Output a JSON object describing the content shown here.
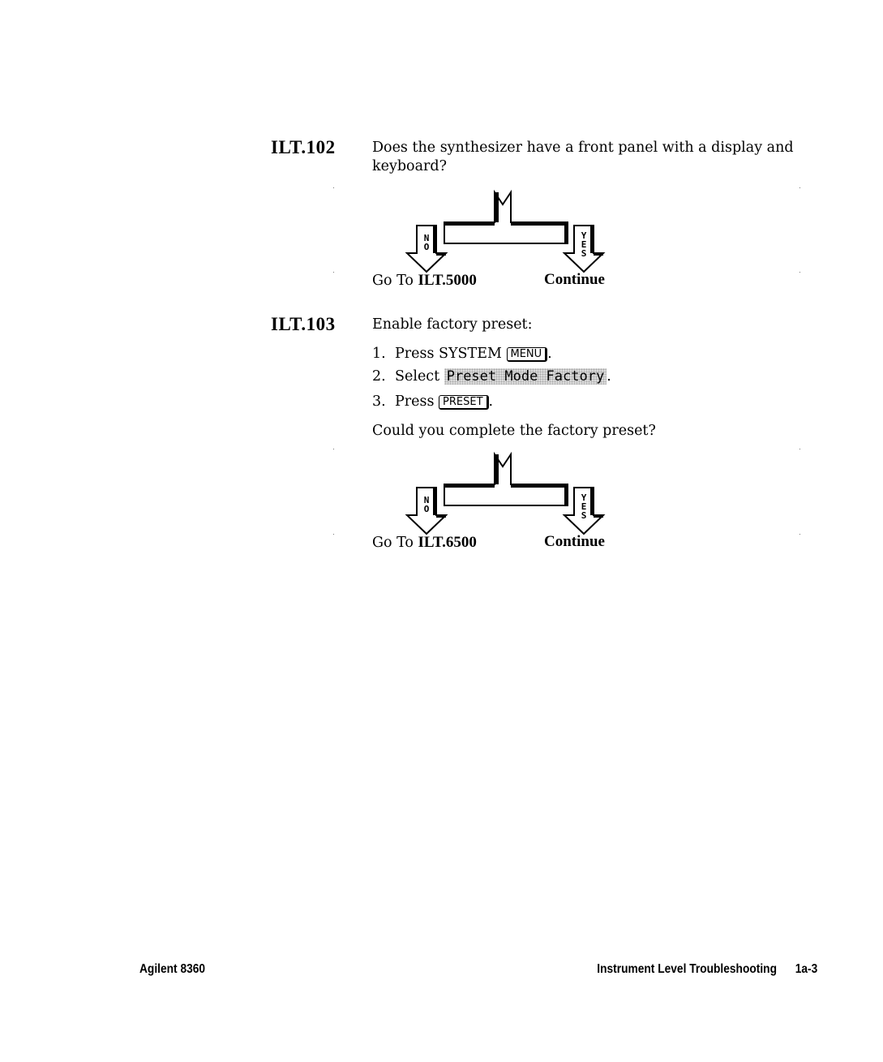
{
  "steps": [
    {
      "id": "ILT.102",
      "question": "Does the synthesizer have a front panel with a display and keyboard?",
      "branch": {
        "no_label": "NO",
        "yes_label": "YES",
        "no_text": "Go To",
        "no_target": "ILT.5000",
        "yes_text": "Continue"
      }
    },
    {
      "id": "ILT.103",
      "intro": "Enable factory preset:",
      "items": [
        {
          "num": "1.",
          "text": "Press SYSTEM",
          "key": "MENU",
          "suffix": "."
        },
        {
          "num": "2.",
          "text": "Select",
          "softkey": "Preset Mode Factory",
          "suffix": "."
        },
        {
          "num": "3.",
          "text": "Press",
          "key": "PRESET",
          "suffix": "."
        }
      ],
      "question": "Could you complete the factory preset?",
      "branch": {
        "no_label": "NO",
        "yes_label": "YES",
        "no_text": "Go To",
        "no_target": "ILT.6500",
        "yes_text": "Continue"
      }
    }
  ],
  "footer": {
    "left": "Agilent 8360",
    "right_title": "Instrument Level Troubleshooting",
    "page": "1a-3"
  }
}
